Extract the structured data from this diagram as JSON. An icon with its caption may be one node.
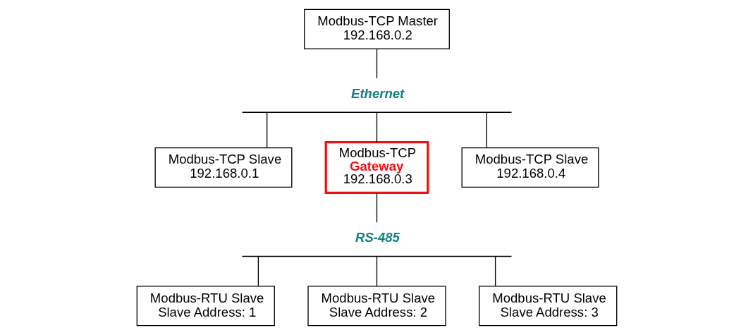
{
  "diagram": {
    "nodes": [
      {
        "text": [
          "Modbus-TCP Master",
          "192.168.0.2"
        ]
      },
      {
        "text": [
          "Ethernet"
        ]
      },
      {
        "text": [
          "Modbus-TCP Slave",
          "192.168.0.1"
        ]
      },
      {
        "text": [
          "Modbus-TCP",
          "Gateway",
          "192.168.0.3"
        ]
      },
      {
        "text": [
          "Modbus-TCP Slave",
          "192.168.0.4"
        ]
      },
      {
        "text": [
          "RS-485"
        ]
      },
      {
        "text": [
          "Modbus-RTU Slave",
          "Slave Address: 1"
        ]
      },
      {
        "text": [
          "Modbus-RTU Slave",
          "Slave Address: 2"
        ]
      },
      {
        "text": [
          "Modbus-RTU Slave",
          "Slave Address: 3"
        ]
      }
    ],
    "edges": [
      {
        "from": 0,
        "to": 1,
        "arrow": "none"
      },
      {
        "from": 1,
        "to": 2,
        "arrow": "none"
      },
      {
        "from": 1,
        "to": 3,
        "arrow": "none"
      },
      {
        "from": 1,
        "to": 4,
        "arrow": "none"
      },
      {
        "from": 3,
        "to": 5,
        "arrow": "none"
      },
      {
        "from": 5,
        "to": 6,
        "arrow": "none"
      },
      {
        "from": 5,
        "to": 7,
        "arrow": "none"
      },
      {
        "from": 5,
        "to": 8,
        "arrow": "none"
      }
    ]
  }
}
